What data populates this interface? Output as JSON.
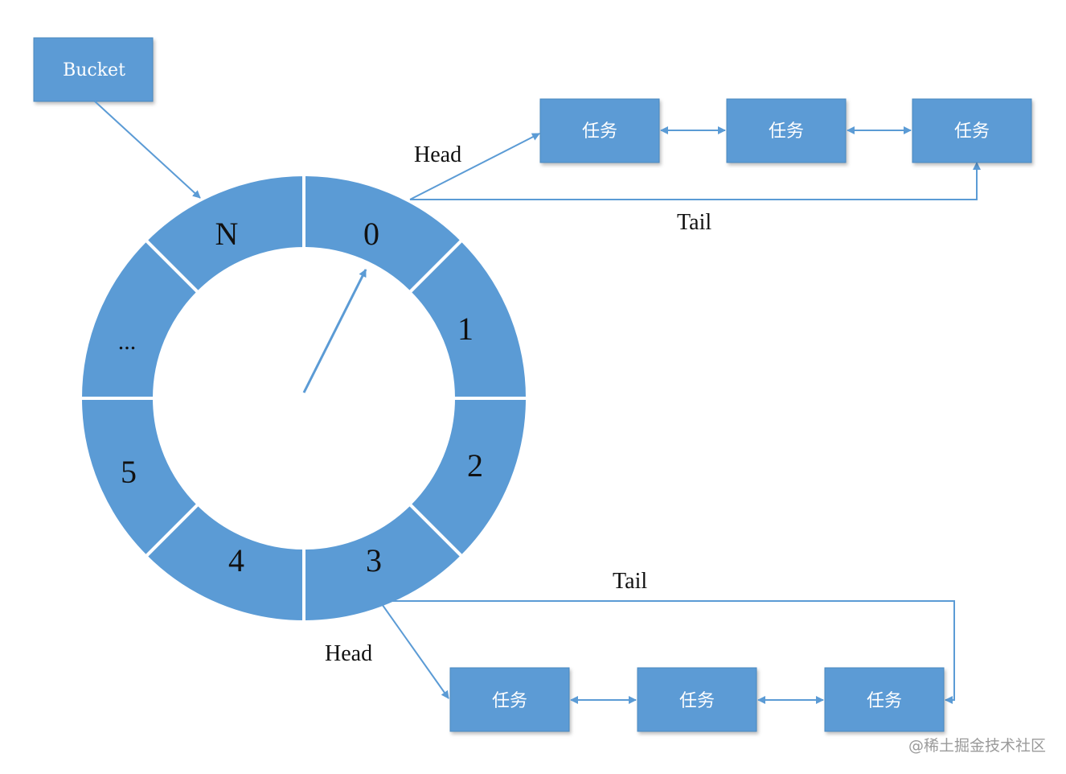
{
  "bucket": {
    "label": "Bucket"
  },
  "wheel": {
    "segments": [
      {
        "label": "0"
      },
      {
        "label": "1"
      },
      {
        "label": "2"
      },
      {
        "label": "3"
      },
      {
        "label": "4"
      },
      {
        "label": "5"
      },
      {
        "label": "..."
      },
      {
        "label": "N"
      }
    ]
  },
  "top_list": {
    "head_label": "Head",
    "tail_label": "Tail",
    "tasks": [
      {
        "label": "任务"
      },
      {
        "label": "任务"
      },
      {
        "label": "任务"
      }
    ]
  },
  "bottom_list": {
    "head_label": "Head",
    "tail_label": "Tail",
    "tasks": [
      {
        "label": "任务"
      },
      {
        "label": "任务"
      },
      {
        "label": "任务"
      }
    ]
  },
  "watermark": "@稀土掘金技术社区",
  "colors": {
    "fill": "#5b9bd5",
    "text_on_fill": "#ffffff",
    "text": "#111111"
  }
}
